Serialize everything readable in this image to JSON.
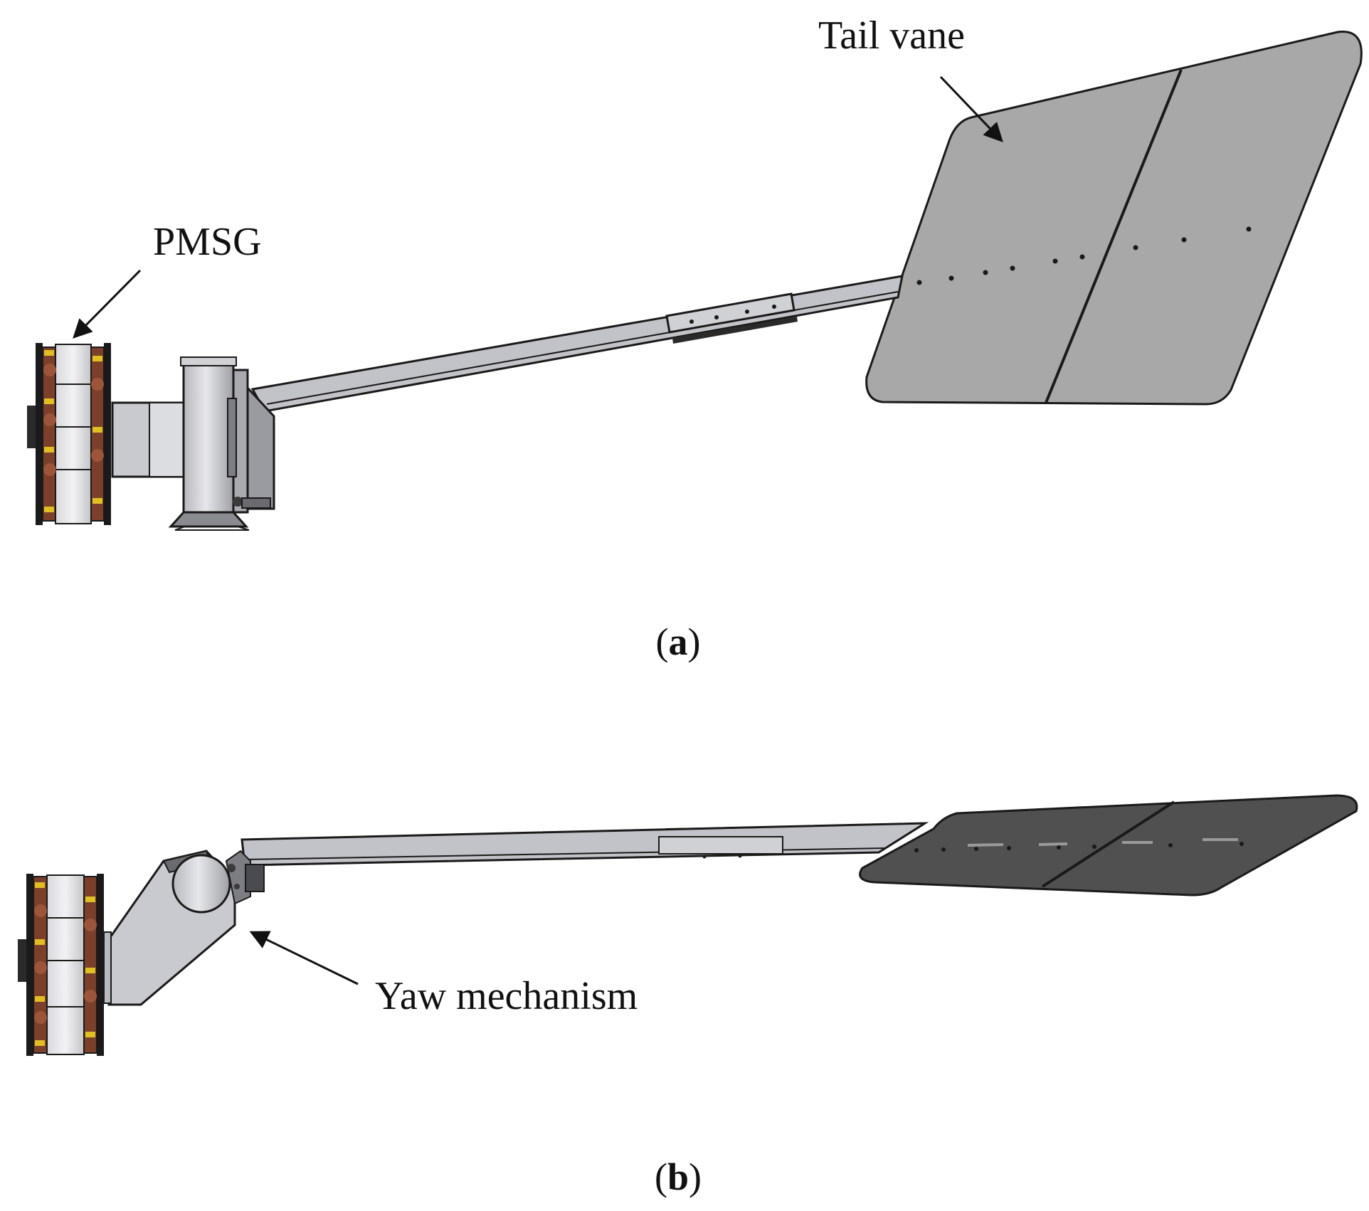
{
  "labels": {
    "tail_vane": "Tail vane",
    "pmsg": "PMSG",
    "yaw_mechanism": "Yaw mechanism"
  },
  "captions": {
    "a_open": "(",
    "a_letter": "a",
    "a_close": ")",
    "b_open": "(",
    "b_letter": "b",
    "b_close": ")"
  },
  "colors": {
    "vane_a": "#a8a8a8",
    "vane_b": "#505050",
    "metal": "#c9cacf",
    "metal_dark": "#9a9ba0",
    "copper": "#8a4a32",
    "yellow": "#e0c020",
    "outline": "#1a1a1a"
  }
}
